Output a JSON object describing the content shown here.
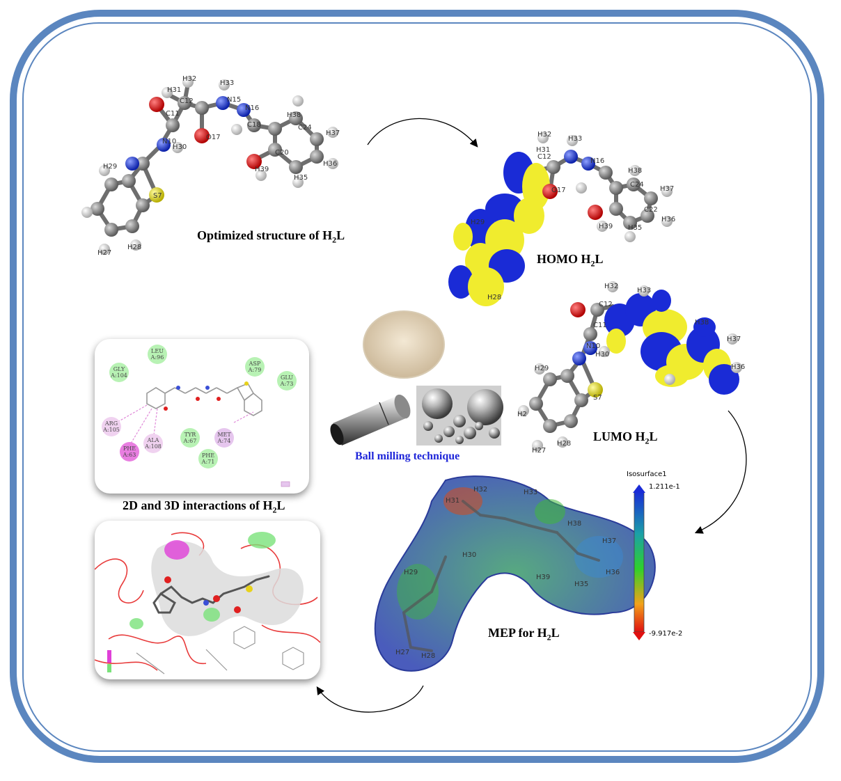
{
  "labels": {
    "optimized": "Optimized structure of H",
    "homo": "HOMO H",
    "lumo": "LUMO H",
    "mep": "MEP for H",
    "interactions": "2D and 3D interactions of H",
    "ball_milling": "Ball milling technique",
    "sub2": "2",
    "suffix_L": "L"
  },
  "colorbar": {
    "title": "Isosurface1",
    "max_label": "1.211e-1",
    "min_label": "-9.917e-2",
    "colors": [
      "#1a2bd6",
      "#1ba0a8",
      "#2fd12a",
      "#f2a21a",
      "#e01010"
    ]
  },
  "atoms_optimized": [
    "H32",
    "H31",
    "C12",
    "H33",
    "N15",
    "N16",
    "C11",
    "O17",
    "H38",
    "C24",
    "H37",
    "N10",
    "H30",
    "C18",
    "C20",
    "H36",
    "H29",
    "H39",
    "H35",
    "S7",
    "H27",
    "H28"
  ],
  "residues": [
    {
      "name": "LEU",
      "num": "A:96",
      "type": "green"
    },
    {
      "name": "GLY",
      "num": "A:104",
      "type": "green"
    },
    {
      "name": "ASP",
      "num": "A:79",
      "type": "green"
    },
    {
      "name": "GLU",
      "num": "A:73",
      "type": "green"
    },
    {
      "name": "ARG",
      "num": "A:105",
      "type": "pink"
    },
    {
      "name": "ALA",
      "num": "A:108",
      "type": "pink"
    },
    {
      "name": "TYR",
      "num": "A:67",
      "type": "green"
    },
    {
      "name": "MET",
      "num": "A:74",
      "type": "pink"
    },
    {
      "name": "PHE",
      "num": "A:63",
      "type": "magenta"
    },
    {
      "name": "PHE",
      "num": "A:71",
      "type": "green"
    }
  ],
  "colors": {
    "frame": "#5b86bf",
    "carbon": "#7a7a7a",
    "oxygen": "#e0201a",
    "nitrogen": "#1d3fd9",
    "sulfur": "#e8e01a",
    "hydrogen": "#f2f2f2",
    "homo_pos": "#1a2bd6",
    "homo_neg": "#f0ec2e"
  }
}
